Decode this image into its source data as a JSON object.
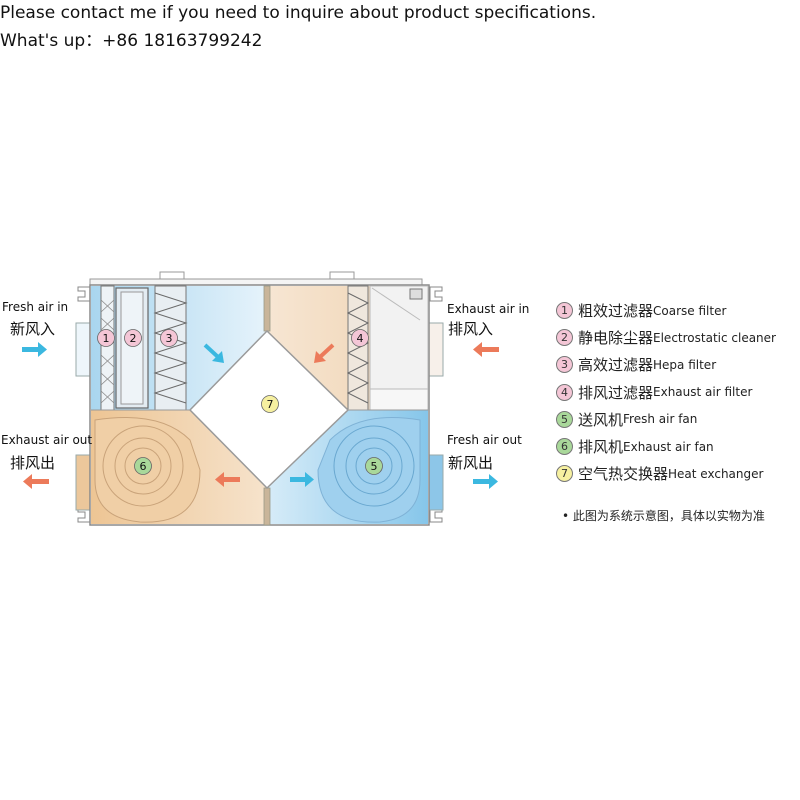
{
  "header": {
    "line1": "Please contact me if you need to inquire about product specifications.",
    "line2": "What's up：+86 18163799242"
  },
  "flows": {
    "fresh_in_en": "Fresh air in",
    "fresh_in_zh": "新风入",
    "exhaust_out_en": "Exhaust air out",
    "exhaust_out_zh": "排风出",
    "exhaust_in_en": "Exhaust air in",
    "exhaust_in_zh": "排风入",
    "fresh_out_en": "Fresh air out",
    "fresh_out_zh": "新风出"
  },
  "markers": [
    "1",
    "2",
    "3",
    "4",
    "7",
    "6",
    "5"
  ],
  "legend": [
    {
      "num": "1",
      "zh": "粗效过滤器",
      "en": "Coarse filter",
      "color": "#f4c6d6"
    },
    {
      "num": "2",
      "zh": "静电除尘器",
      "en": "Electrostatic cleaner",
      "color": "#f4c6d6"
    },
    {
      "num": "3",
      "zh": "高效过滤器",
      "en": "Hepa filter",
      "color": "#f4c6d6"
    },
    {
      "num": "4",
      "zh": "排风过滤器",
      "en": "Exhaust air filter",
      "color": "#f4c6d6"
    },
    {
      "num": "5",
      "zh": "送风机",
      "en": "Fresh air fan",
      "color": "#a9d89a"
    },
    {
      "num": "6",
      "zh": "排风机",
      "en": "Exhaust air fan",
      "color": "#a9d89a"
    },
    {
      "num": "7",
      "zh": "空气热交换器",
      "en": "Heat exchanger",
      "color": "#f6f0a0"
    }
  ],
  "note": "• 此图为系统示意图，具体以实物为准",
  "colors": {
    "fresh": "#3bb8e0",
    "exhaust": "#ec7a5a",
    "fresh_fill": "#bfe1f3",
    "warm_fill": "#f2ddc2",
    "fan_warm": "#efc99c",
    "fan_cool": "#8ec9ea"
  }
}
